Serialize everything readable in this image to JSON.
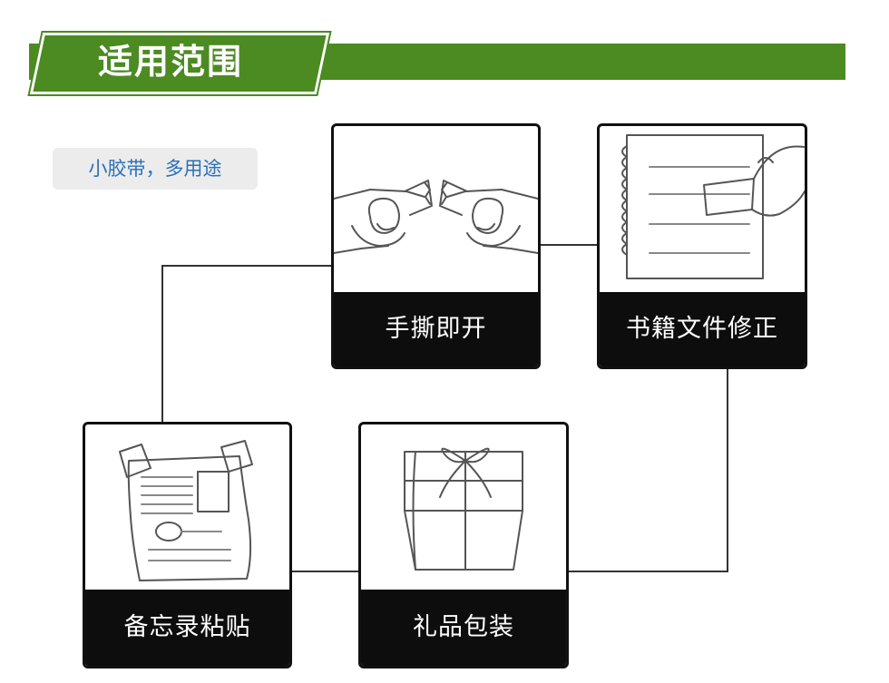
{
  "banner": {
    "title": "适用范围"
  },
  "subtitle": "小胶带，多用途",
  "cards": [
    {
      "id": "tear",
      "caption": "手撕即开",
      "icon": "hands-tearing-tape-icon"
    },
    {
      "id": "book",
      "caption": "书籍文件修正",
      "icon": "notebook-tape-icon"
    },
    {
      "id": "memo",
      "caption": "备忘录粘贴",
      "icon": "taped-memo-icon"
    },
    {
      "id": "gift",
      "caption": "礼品包装",
      "icon": "gift-box-icon"
    }
  ],
  "colors": {
    "brand_green": "#4c8a22",
    "caption_bg": "#0d0d0d",
    "subtitle_text": "#2a71b8"
  }
}
